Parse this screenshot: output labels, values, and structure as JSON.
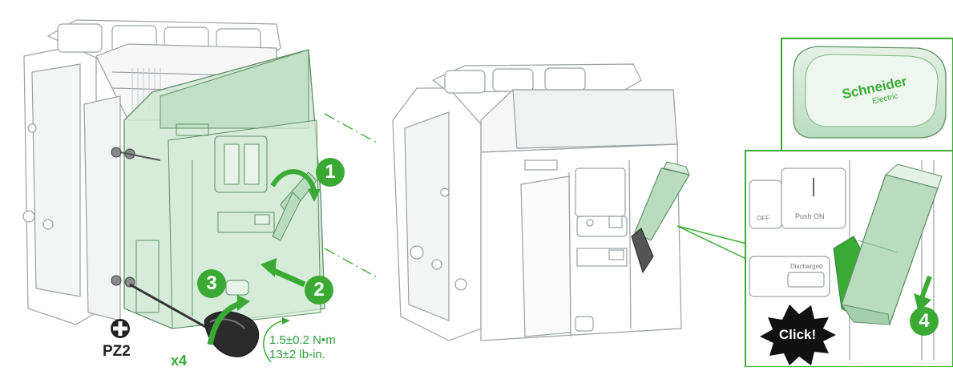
{
  "steps": [
    "1",
    "2",
    "3",
    "4"
  ],
  "torque": {
    "metric": "1.5±0.2 N•m",
    "imperial": "13±2 lb-in."
  },
  "tool": {
    "bit": "PZ2",
    "count": "x4"
  },
  "callout": {
    "click": "Click!",
    "brand_line1": "Schneider",
    "brand_line2": "Electric",
    "push_on": "Push ON",
    "off_label": "OFF",
    "discharged": "Discharged"
  },
  "colors": {
    "accent": "#3aaa35",
    "cover_fill": "#cfe8d2",
    "line": "#9aa0a3"
  },
  "icons": [
    "phillips-bit-icon",
    "curved-arrow-icon",
    "rotation-arrow-icon",
    "down-arrow-icon",
    "click-burst-icon"
  ]
}
